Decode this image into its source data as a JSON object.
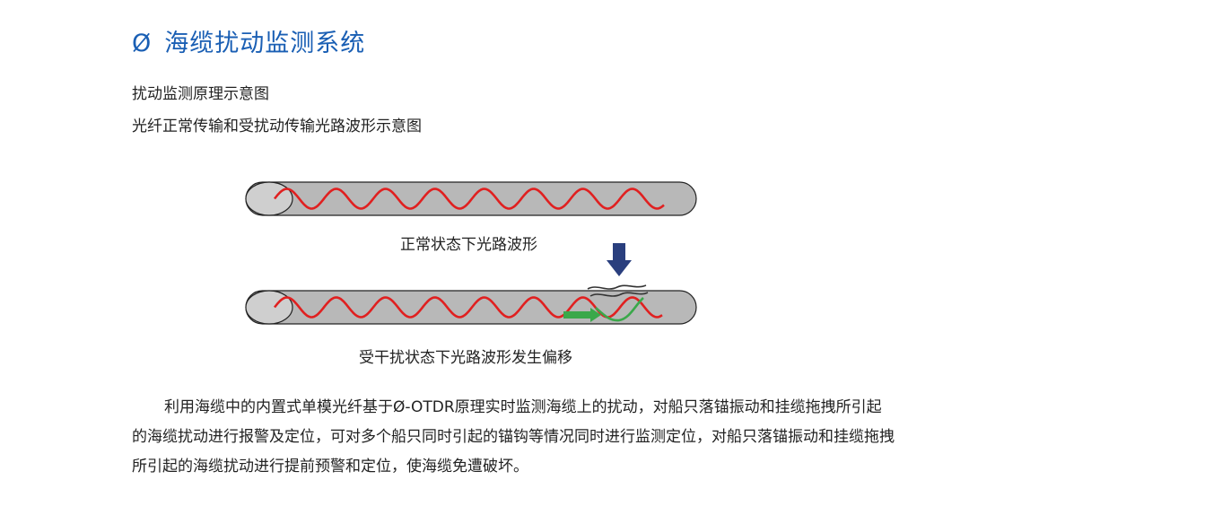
{
  "header": {
    "mark": "Ø",
    "title": "海缆扰动监测系统"
  },
  "subtitles": {
    "line1": "扰动监测原理示意图",
    "line2": "光纤正常传输和受扰动传输光路波形示意图"
  },
  "diagram": {
    "normal_caption": "正常状态下光路波形",
    "disturbed_caption": "受干扰状态下光路波形发生偏移",
    "colors": {
      "tube_fill": "#b8b8b8",
      "tube_end": "#cfcfcf",
      "outline": "#222222",
      "signal": "#e02020",
      "shifted_signal": "#3aa84a",
      "pressure_arrow": "#2a3f7e",
      "disturbance": "#333333"
    }
  },
  "body": {
    "paragraph": "利用海缆中的内置式单模光纤基于Ø-OTDR原理实时监测海缆上的扰动，对船只落锚振动和挂缆拖拽所引起的海缆扰动进行报警及定位，可对多个船只同时引起的锚钩等情况同时进行监测定位，对船只落锚振动和挂缆拖拽所引起的海缆扰动进行提前预警和定位，使海缆免遭破坏。"
  }
}
